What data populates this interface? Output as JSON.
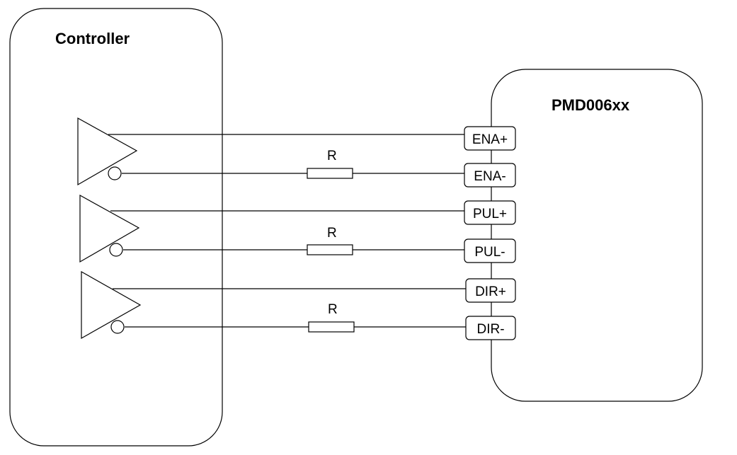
{
  "controller": {
    "title": "Controller"
  },
  "driver": {
    "title": "PMD006xx"
  },
  "resistor_label": "R",
  "channels": [
    {
      "plus": "ENA+",
      "minus": "ENA-"
    },
    {
      "plus": "PUL+",
      "minus": "PUL-"
    },
    {
      "plus": "DIR+",
      "minus": "DIR-"
    }
  ]
}
